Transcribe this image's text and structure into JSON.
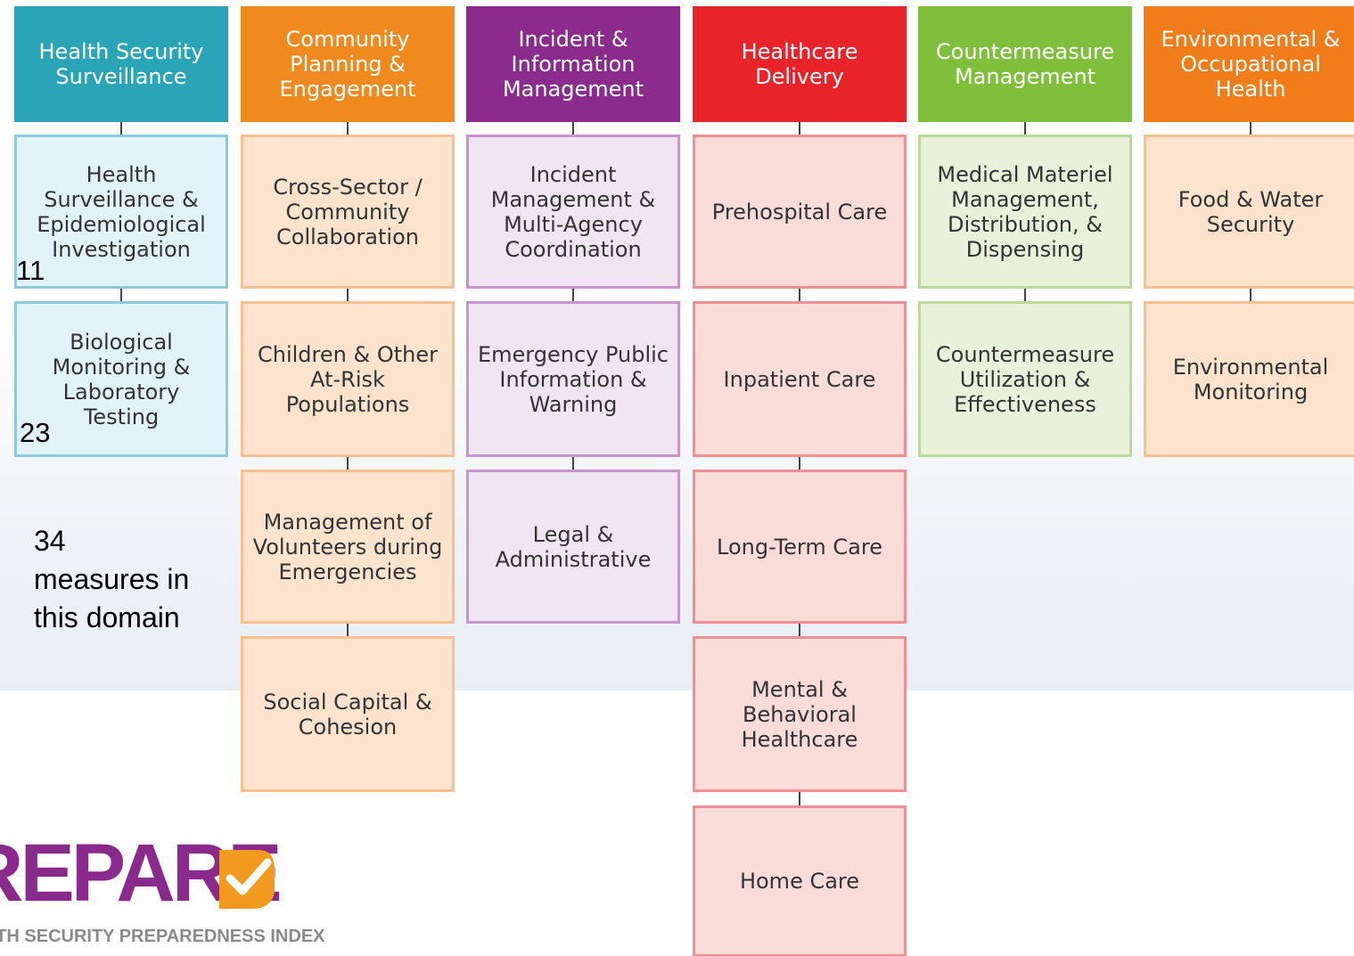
{
  "columns": [
    {
      "header": "Health Security Surveillance",
      "header_color": "#2aa5b8",
      "box_fill": "#e2f3f7",
      "box_border": "#8ccbdb",
      "items": [
        "Health Surveillance & Epidemiological Investigation",
        "Biological Monitoring & Laboratory Testing"
      ]
    },
    {
      "header": "Community Planning & Engagement",
      "header_color": "#f18a1e",
      "box_fill": "#fbe3cd",
      "box_border": "#f7c08e",
      "items": [
        "Cross-Sector / Community Collaboration",
        "Children & Other At-Risk Populations",
        "Management of Volunteers during Emergencies",
        "Social Capital & Cohesion"
      ]
    },
    {
      "header": "Incident & Information Management",
      "header_color": "#8b2b8e",
      "box_fill": "#f0e6f2",
      "box_border": "#c994cf",
      "items": [
        "Incident Management & Multi-Agency Coordination",
        "Emergency Public Information & Warning",
        "Legal & Administrative"
      ]
    },
    {
      "header": "Healthcare Delivery",
      "header_color": "#e8232a",
      "box_fill": "#f9dcd8",
      "box_border": "#ee8f94",
      "items": [
        "Prehospital Care",
        "Inpatient Care",
        "Long-Term Care",
        "Mental & Behavioral Healthcare",
        "Home Care"
      ]
    },
    {
      "header": "Countermeasure Management",
      "header_color": "#7fbf3c",
      "box_fill": "#e8f2db",
      "box_border": "#bcdb98",
      "items": [
        "Medical Materiel Management, Distribution, & Dispensing",
        "Countermeasure Utilization & Effectiveness"
      ]
    },
    {
      "header": "Environmental & Occupational Health",
      "header_color": "#f07d1a",
      "box_fill": "#fbe3cd",
      "box_border": "#f7c08e",
      "items": [
        "Food & Water Security",
        "Environmental Monitoring"
      ]
    }
  ],
  "annotations": {
    "count_1": "11",
    "count_2": "23",
    "measures": "34 measures in this domain"
  },
  "logo": {
    "word": "REPARE",
    "tagline": "ALTH SECURITY PREPAREDNESS INDEX",
    "icon": "check-mark-icon",
    "badge_color": "#f29a1f"
  }
}
